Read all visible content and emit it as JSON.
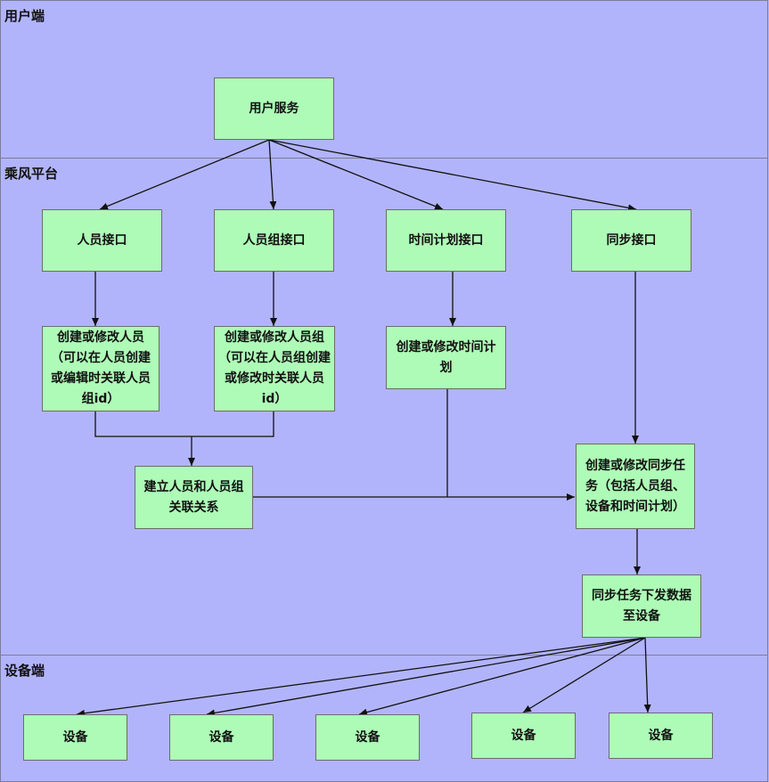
{
  "lanes": {
    "user": "用户端",
    "platform": "乘风平台",
    "device": "设备端"
  },
  "nodes": {
    "user_service": "用户服务",
    "person_api": "人员接口",
    "group_api": "人员组接口",
    "schedule_api": "时间计划接口",
    "sync_api": "同步接口",
    "create_person": "创建或修改人员（可以在人员创建或编辑时关联人员组id）",
    "create_group": "创建或修改人员组（可以在人员组创建或修改时关联人员id）",
    "create_schedule": "创建或修改时间计划",
    "build_relation": "建立人员和人员组关联关系",
    "create_sync_task": "创建或修改同步任务（包括人员组、设备和时间计划）",
    "dispatch": "同步任务下发数据至设备",
    "devices": [
      "设备",
      "设备",
      "设备",
      "设备",
      "设备"
    ]
  },
  "colors": {
    "lane_bg": "#b2b4fb",
    "node_bg": "#aefbb7",
    "edge": "#111111"
  }
}
